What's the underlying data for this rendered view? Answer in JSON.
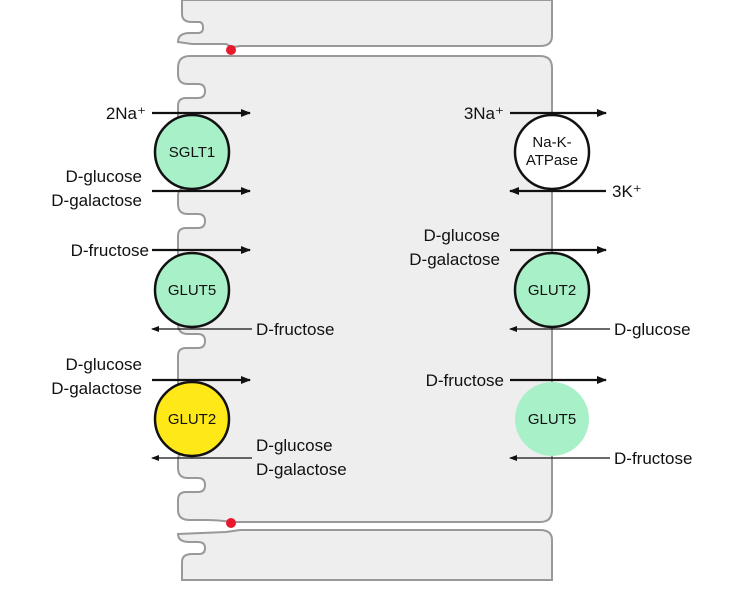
{
  "colors": {
    "cell_fill": "#eeeeee",
    "cell_border": "#999999",
    "junction_dot": "#e8192c",
    "transporter_green": "#a8f0c8",
    "transporter_yellow": "#ffe817",
    "transporter_white": "#ffffff"
  },
  "transporters": {
    "sglt1": "SGLT1",
    "nak_line1": "Na-K-",
    "nak_line2": "ATPase",
    "glut5_apical": "GLUT5",
    "glut2_apical": "GLUT2",
    "glut2_basolateral": "GLUT2",
    "glut5_basolateral": "GLUT5"
  },
  "labels": {
    "sglt1_in_ion": "2Na⁺",
    "sglt1_in_sugar_1": "D-glucose",
    "sglt1_in_sugar_2": "D-galactose",
    "nak_out": "3Na⁺",
    "nak_in": "3K⁺",
    "glut5_apical_in": "D-fructose",
    "glut5_apical_out": "D-fructose",
    "glut2_bl_out_1": "D-glucose",
    "glut2_bl_out_2": "D-galactose",
    "glut2_bl_in": "D-glucose",
    "glut2_ap_in_1": "D-glucose",
    "glut2_ap_in_2": "D-galactose",
    "glut2_ap_out_1": "D-glucose",
    "glut2_ap_out_2": "D-galactose",
    "glut5_bl_out": "D-fructose",
    "glut5_bl_in": "D-fructose"
  }
}
